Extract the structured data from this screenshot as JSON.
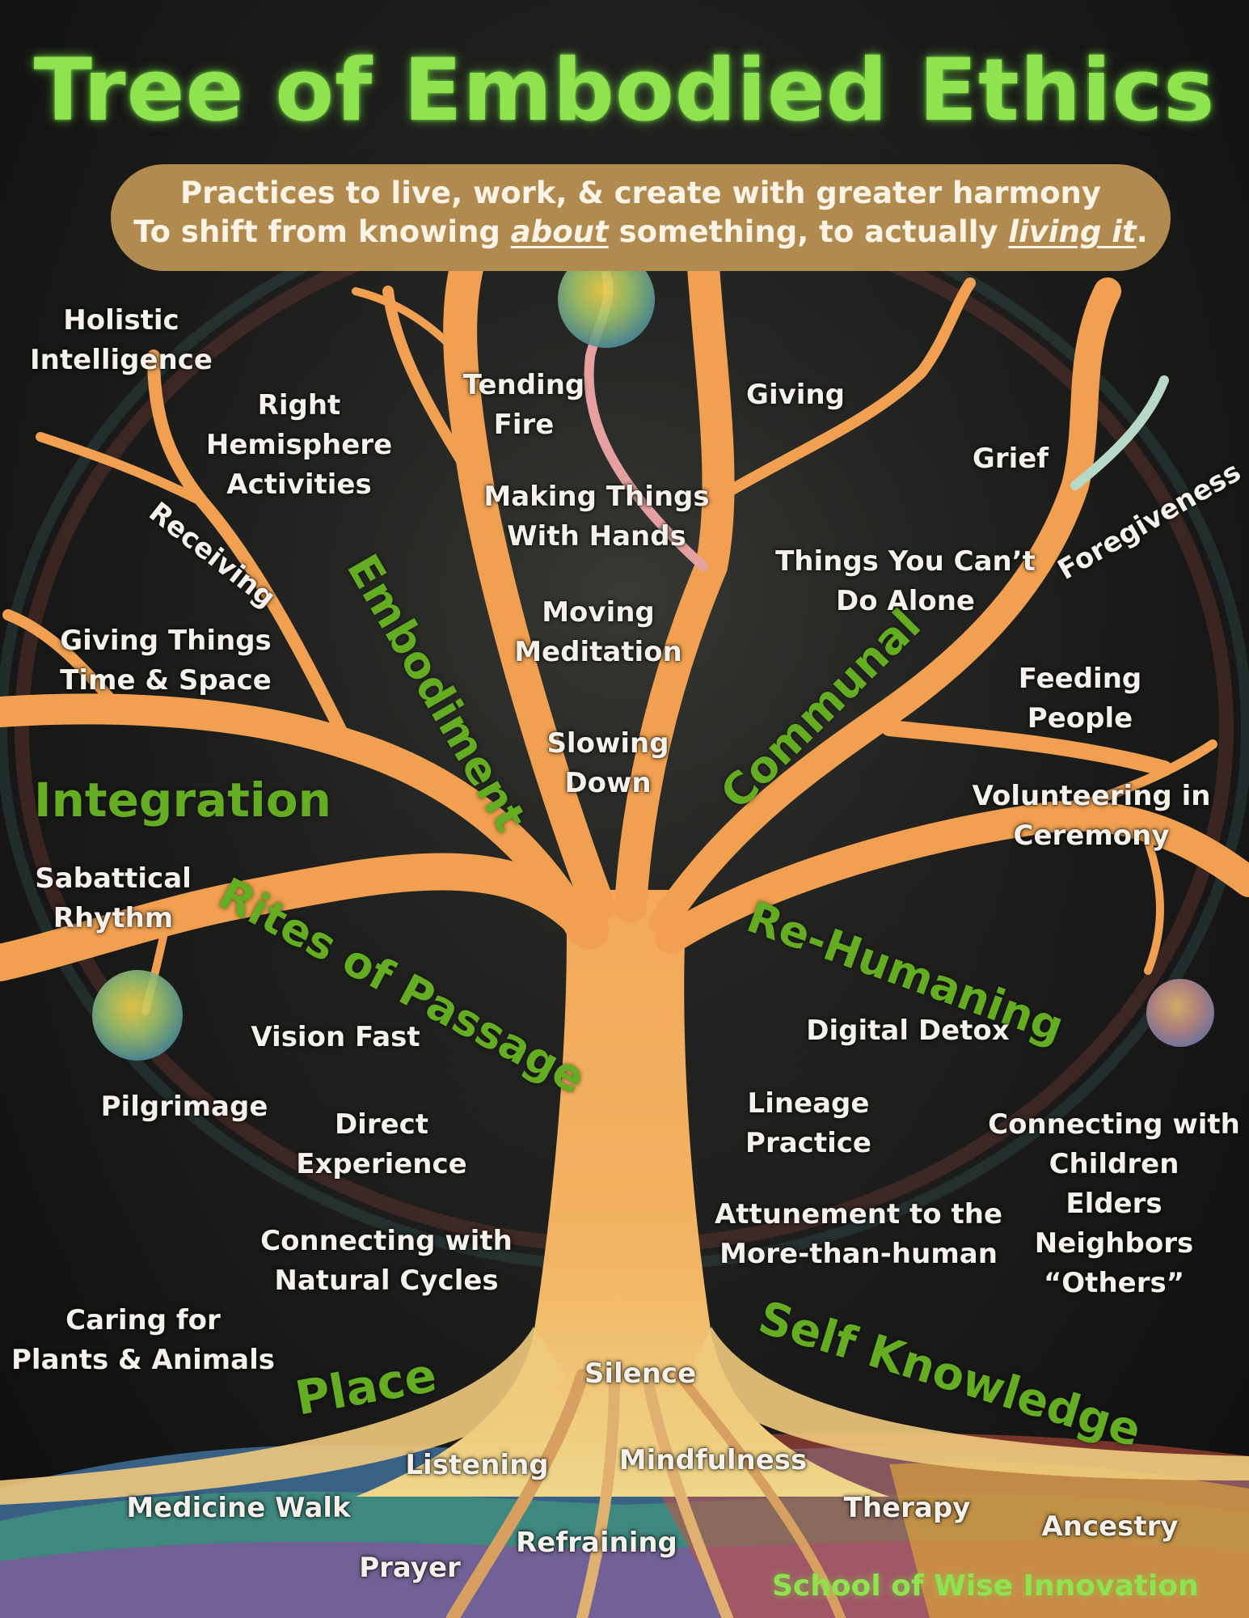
{
  "title": "Tree of Embodied Ethics",
  "banner": {
    "line1": "Practices to live, work, & create with greater harmony",
    "line2_a": "To shift from knowing ",
    "line2_em1": "about",
    "line2_b": " something, to actually ",
    "line2_em2": "living it",
    "line2_c": "."
  },
  "categories": {
    "embodiment": "Embodiment",
    "communal": "Communal",
    "integration": "Integration",
    "rites_of_passage": "Rites of Passage",
    "re_humaning": "Re-Humaning",
    "place": "Place",
    "self_knowledge": "Self Knowledge"
  },
  "practices": {
    "holistic_intelligence": [
      "Holistic",
      "Intelligence"
    ],
    "right_hemisphere": [
      "Right",
      "Hemisphere",
      "Activities"
    ],
    "tending_fire": [
      "Tending",
      "Fire"
    ],
    "giving": [
      "Giving"
    ],
    "grief": [
      "Grief"
    ],
    "receiving": [
      "Receiving"
    ],
    "making_things": [
      "Making Things",
      "With Hands"
    ],
    "things_you_cant": [
      "Things You Can’t",
      "Do Alone"
    ],
    "forgiveness": [
      "Foregiveness"
    ],
    "giving_time_space": [
      "Giving Things",
      "Time & Space"
    ],
    "moving_meditation": [
      "Moving",
      "Meditation"
    ],
    "feeding_people": [
      "Feeding",
      "People"
    ],
    "slowing_down": [
      "Slowing",
      "Down"
    ],
    "volunteering": [
      "Volunteering in",
      "Ceremony"
    ],
    "sabbatical": [
      "Sabattical",
      "Rhythm"
    ],
    "digital_detox": [
      "Digital Detox"
    ],
    "vision_fast": [
      "Vision Fast"
    ],
    "pilgrimage": [
      "Pilgrimage"
    ],
    "direct_experience": [
      "Direct",
      "Experience"
    ],
    "lineage_practice": [
      "Lineage",
      "Practice"
    ],
    "connecting_with": [
      "Connecting with",
      "Children",
      "Elders",
      "Neighbors",
      "“Others”"
    ],
    "attunement": [
      "Attunement to the",
      "More-than-human"
    ],
    "natural_cycles": [
      "Connecting with",
      "Natural Cycles"
    ],
    "caring_for": [
      "Caring for",
      "Plants & Animals"
    ],
    "silence": [
      "Silence"
    ],
    "listening": [
      "Listening"
    ],
    "mindfulness": [
      "Mindfulness"
    ],
    "medicine_walk": [
      "Medicine Walk"
    ],
    "therapy": [
      "Therapy"
    ],
    "ancestry": [
      "Ancestry"
    ],
    "refraining": [
      "Refraining"
    ],
    "prayer": [
      "Prayer"
    ]
  },
  "footer": "School of Wise Innovation",
  "colors": {
    "title_green": "#8fe34e",
    "category_green": "#64ad22",
    "banner_gold": "#b08a4e",
    "trunk_orange": "#f0a050",
    "background": "#1b1b1a"
  }
}
